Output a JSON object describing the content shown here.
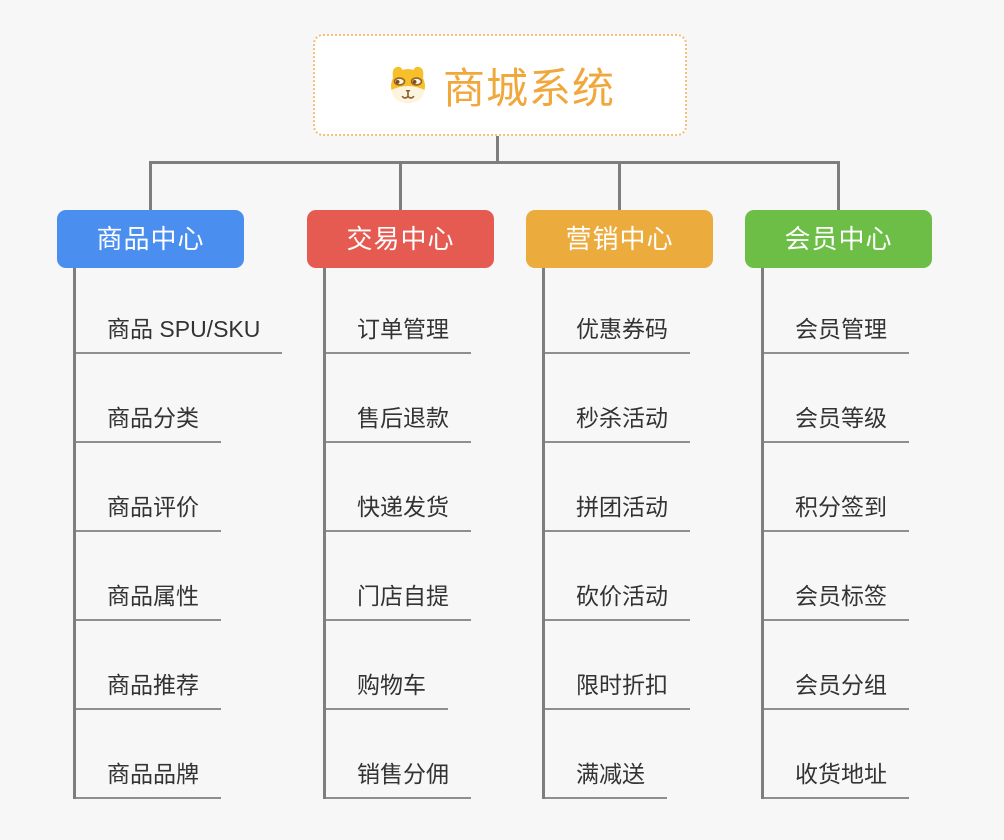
{
  "canvas": {
    "background": "#F7F7F7"
  },
  "root": {
    "title": "商城系统",
    "icon": "doge-face",
    "title_color": "#F0A73B",
    "border_color": "#F2C077",
    "background": "#FFFFFF"
  },
  "colors": {
    "connector": "#7E7E7E",
    "item_underline": "#8F8F8F",
    "item_text": "#333333"
  },
  "branches": [
    {
      "label": "商品中心",
      "color": "#4A8EF0",
      "items": [
        "商品 SPU/SKU",
        "商品分类",
        "商品评价",
        "商品属性",
        "商品推荐",
        "商品品牌"
      ]
    },
    {
      "label": "交易中心",
      "color": "#E55B52",
      "items": [
        "订单管理",
        "售后退款",
        "快递发货",
        "门店自提",
        "购物车",
        "销售分佣"
      ]
    },
    {
      "label": "营销中心",
      "color": "#ECAB3D",
      "items": [
        "优惠券码",
        "秒杀活动",
        "拼团活动",
        "砍价活动",
        "限时折扣",
        "满减送"
      ]
    },
    {
      "label": "会员中心",
      "color": "#6DBE46",
      "items": [
        "会员管理",
        "会员等级",
        "积分签到",
        "会员标签",
        "会员分组",
        "收货地址"
      ]
    }
  ]
}
